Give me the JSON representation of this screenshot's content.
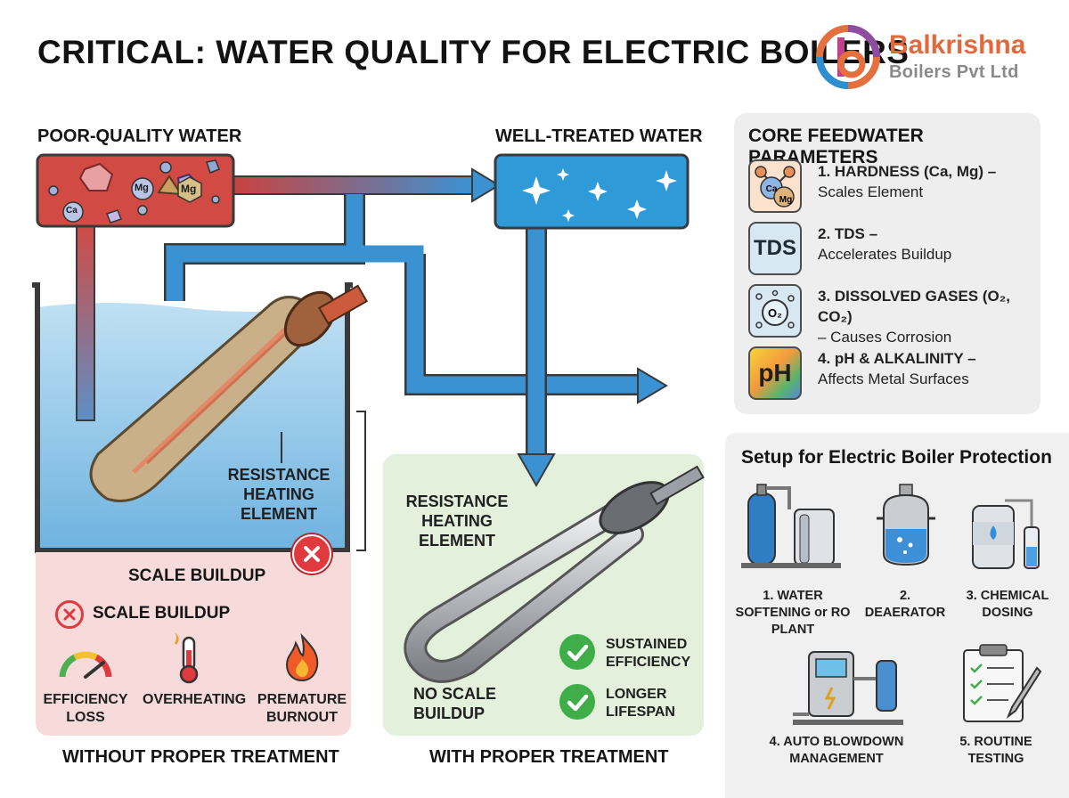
{
  "title": "CRITICAL: WATER QUALITY FOR ELECTRIC BOILERS",
  "logo": {
    "name": "Balkrishna",
    "subtitle": "Boilers Pvt Ltd"
  },
  "poor_water": {
    "heading": "POOR-QUALITY WATER",
    "particles": [
      "Ca",
      "Mg",
      "Mg"
    ]
  },
  "treated_water": {
    "heading": "WELL-TREATED WATER"
  },
  "without_treatment": {
    "element_label": "RESISTANCE HEATING ELEMENT",
    "scale_label": "SCALE BUILDUP",
    "warning_label": "SCALE BUILDUP",
    "effects": [
      "EFFICIENCY LOSS",
      "OVERHEATING",
      "PREMATURE BURNOUT"
    ],
    "caption": "WITHOUT PROPER TREATMENT"
  },
  "with_treatment": {
    "element_label": "RESISTANCE HEATING ELEMENT",
    "no_scale_label": "NO SCALE BUILDUP",
    "benefits": [
      "SUSTAINED EFFICIENCY",
      "LONGER LIFESPAN"
    ],
    "caption": "WITH PROPER TREATMENT"
  },
  "parameters": {
    "heading": "CORE FEEDWATER PARAMETERS",
    "items": [
      {
        "icon": "hardness-molecule-icon",
        "icon_text": [
          "Ca",
          "Mg"
        ],
        "title": "1. HARDNESS (Ca, Mg) –",
        "desc": "Scales Element"
      },
      {
        "icon": "tds-icon",
        "icon_text": [
          "TDS"
        ],
        "title": "2. TDS –",
        "desc": "Accelerates Buildup"
      },
      {
        "icon": "dissolved-gas-icon",
        "icon_text": [
          "O₂"
        ],
        "title": "3. DISSOLVED GASES (O₂, CO₂)",
        "desc": "– Causes Corrosion"
      },
      {
        "icon": "ph-icon",
        "icon_text": [
          "pH"
        ],
        "title": "4. pH & ALKALINITY –",
        "desc": "Affects Metal Surfaces"
      }
    ]
  },
  "setup": {
    "heading": "Setup for Electric Boiler Protection",
    "items": [
      {
        "icon": "water-softener-icon",
        "label": "1. WATER SOFTENING or RO PLANT"
      },
      {
        "icon": "deaerator-icon",
        "label": "2. DEAERATOR"
      },
      {
        "icon": "chemical-dosing-icon",
        "label": "3. CHEMICAL DOSING"
      },
      {
        "icon": "auto-blowdown-icon",
        "label": "4. AUTO BLOWDOWN MANAGEMENT"
      },
      {
        "icon": "routine-testing-icon",
        "label": "5. ROUTINE TESTING"
      }
    ]
  },
  "colors": {
    "poor": "#d9534f",
    "treated": "#2f9ad8",
    "warning": "#e03a3e",
    "ok": "#3fae49",
    "scale": "#c9b089"
  }
}
